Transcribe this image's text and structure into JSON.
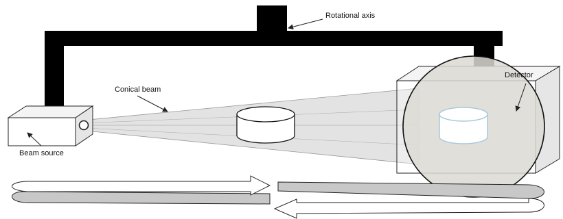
{
  "labels": {
    "rotational_axis": "Rotational axis",
    "conical_beam": "Conical beam",
    "detector": "Detector",
    "beam_source": "Beam source"
  },
  "colors": {
    "gantry": "#000000",
    "beam_fill": "#d9d9d9",
    "detector_face": "#dcd9d4",
    "ring_fill": "#c8c8c8",
    "object_outline": "#a8c8dc"
  }
}
